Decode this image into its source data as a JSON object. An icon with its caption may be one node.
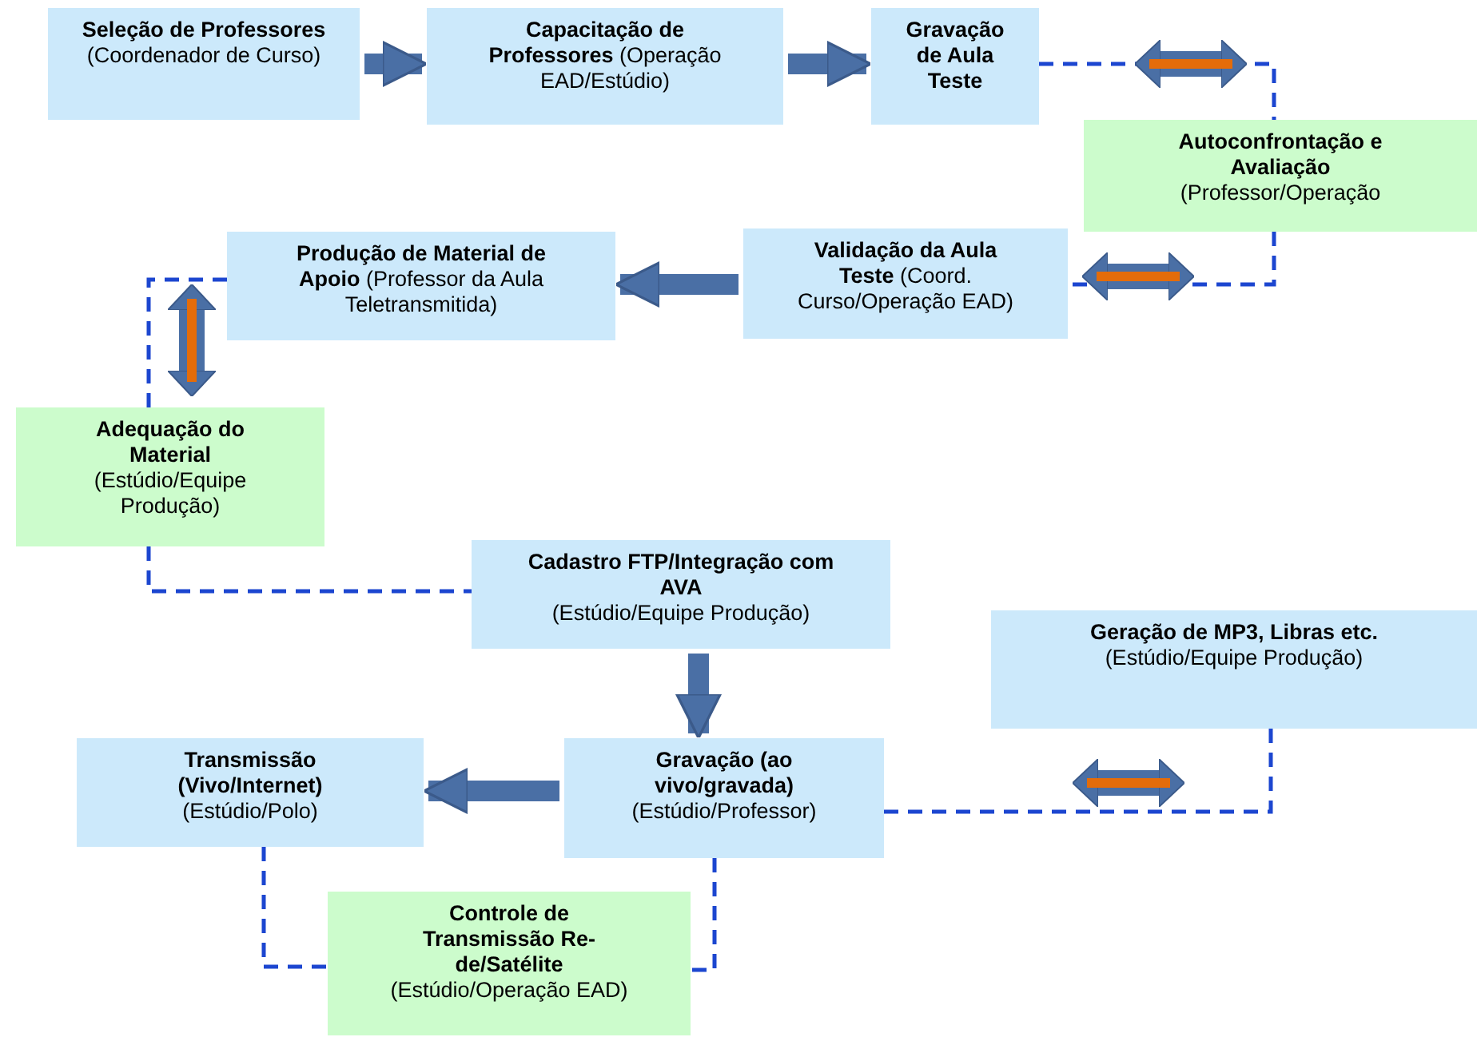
{
  "diagram": {
    "nodes": [
      {
        "text": [
          "Seleção de Professores",
          "(Coordenador de Curso)"
        ]
      },
      {
        "text": [
          "**Capacitação de Professores** (Operação EAD/Estúdio)"
        ]
      },
      {
        "text": [
          "Gravação de Aula Teste"
        ]
      },
      {
        "text": [
          "Autoconfrontação e Avaliação",
          "(Professor/Operação"
        ]
      },
      {
        "text": [
          "**Validação da Aula Teste** (Coord. Curso/Operação EAD)"
        ]
      },
      {
        "text": [
          "**Produção de Material de Apoio** (Professor da Aula Teletransmitida)"
        ]
      },
      {
        "text": [
          "Adequação do Material",
          "(Estúdio/Equipe Produção)"
        ]
      },
      {
        "text": [
          "Cadastro FTP/Integração com AVA",
          "(Estúdio/Equipe Produção)"
        ]
      },
      {
        "text": [
          "Geração de MP3, Libras etc.",
          "(Estúdio/Equipe Produção)"
        ]
      },
      {
        "text": [
          "Gravação (ao vivo/gravada)",
          "(Estúdio/Professor)"
        ]
      },
      {
        "text": [
          "Transmissão (Vivo/Internet)",
          "(Estúdio/Polo)"
        ]
      },
      {
        "text": [
          "Controle de Transmissão Re-de/Satélite",
          "(Estúdio/Operação EAD)"
        ]
      }
    ],
    "edges": [
      {
        "from": 0,
        "to": 1,
        "arrow": "to"
      },
      {
        "from": 1,
        "to": 2,
        "arrow": "to"
      },
      {
        "from": 2,
        "to": 3,
        "arrow": "none",
        "style": "dashed"
      },
      {
        "from": null,
        "to": 3,
        "arrow": "both"
      },
      {
        "from": 3,
        "to": 4,
        "arrow": "none",
        "style": "dashed"
      },
      {
        "from": 3,
        "to": 4,
        "arrow": "both"
      },
      {
        "from": 4,
        "to": 5,
        "arrow": "to"
      },
      {
        "from": 5,
        "to": 6,
        "arrow": "none",
        "style": "dashed"
      },
      {
        "from": 5,
        "to": 6,
        "arrow": "both"
      },
      {
        "from": 6,
        "to": 7,
        "arrow": "none",
        "style": "dashed"
      },
      {
        "from": 7,
        "to": 9,
        "arrow": "to"
      },
      {
        "from": 9,
        "to": 10,
        "arrow": "to"
      },
      {
        "from": 9,
        "to": 8,
        "arrow": "none",
        "style": "dashed"
      },
      {
        "from": null,
        "to": 8,
        "arrow": "both"
      },
      {
        "from": 10,
        "to": 11,
        "arrow": "none",
        "style": "dashed"
      },
      {
        "from": 9,
        "to": 11,
        "arrow": "none",
        "style": "dashed"
      }
    ]
  }
}
